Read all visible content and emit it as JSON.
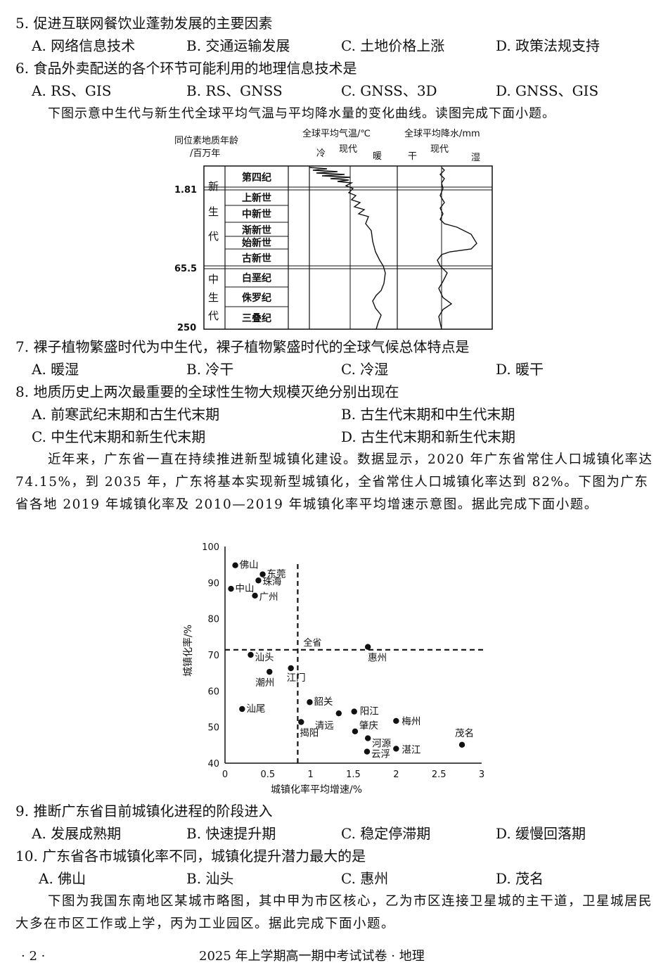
{
  "q5": {
    "stem": "5. 促进互联网餐饮业蓬勃发展的主要因素",
    "options": [
      "A. 网络信息技术",
      "B. 交通运输发展",
      "C. 土地价格上涨",
      "D. 政策法规支持"
    ]
  },
  "q6": {
    "stem": "6. 食品外卖配送的各个环节可能利用的地理信息技术是",
    "options": [
      "A. RS、GIS",
      "B. RS、GNSS",
      "C. GNSS、3D",
      "D. GNSS、GIS"
    ]
  },
  "intro1": "下图示意中生代与新生代全球平均气温与平均降水量的变化曲线。读图完成下面小题。",
  "fig1": {
    "age_header1": "同位素地质年龄",
    "age_header2": "/百万年",
    "temp_header": "全球平均气温/℃",
    "temp_cold": "冷",
    "temp_now": "现代",
    "temp_warm": "暖",
    "prec_header": "全球平均降水/mm",
    "prec_dry": "干",
    "prec_now": "现代",
    "prec_wet": "湿",
    "ages": [
      "1.81",
      "65.5",
      "250"
    ],
    "era_cenozoic": [
      "新",
      "生",
      "代"
    ],
    "era_mesozoic": [
      "中",
      "生",
      "代"
    ],
    "periods": [
      "第四纪",
      "上新世",
      "中新世",
      "渐新世",
      "始新世",
      "古新世",
      "白垩纪",
      "侏罗纪",
      "三叠纪"
    ]
  },
  "q7": {
    "stem": "7. 裸子植物繁盛时代为中生代，裸子植物繁盛时代的全球气候总体特点是",
    "options": [
      "A. 暖湿",
      "B. 冷干",
      "C. 冷湿",
      "D. 暖干"
    ]
  },
  "q8": {
    "stem": "8. 地质历史上两次最重要的全球性生物大规模灭绝分别出现在",
    "options": [
      "A. 前寒武纪末期和古生代末期",
      "B. 古生代末期和中生代末期",
      "C. 中生代末期和新生代末期",
      "D. 古生代末期和新生代末期"
    ]
  },
  "intro2": "近年来，广东省一直在持续推进新型城镇化建设。数据显示，2020 年广东省常住人口城镇化率达 74.15%，到 2035 年，广东将基本实现新型城镇化，全省常住人口城镇化率达到 82%。下图为广东省各地 2019 年城镇化率及 2010—2019 年城镇化率平均增速示意图。据此完成下面小题。",
  "chart_data": {
    "type": "scatter",
    "xlabel": "城镇化率平均增速/%",
    "ylabel": "城镇化率/%",
    "xlim": [
      0,
      3
    ],
    "ylim": [
      40,
      100
    ],
    "xticks": [
      "0",
      "0.5",
      "1",
      "1.5",
      "2",
      "2.5",
      "3"
    ],
    "yticks": [
      "40",
      "50",
      "60",
      "70",
      "80",
      "90",
      "100"
    ],
    "reference_x": 0.85,
    "reference_y": 71.4,
    "reference_label": "全省",
    "points": [
      {
        "name": "佛山",
        "x": 0.12,
        "y": 94.8
      },
      {
        "name": "东莞",
        "x": 0.44,
        "y": 92.3
      },
      {
        "name": "珠海",
        "x": 0.39,
        "y": 90.6
      },
      {
        "name": "中山",
        "x": 0.07,
        "y": 88.3
      },
      {
        "name": "广州",
        "x": 0.35,
        "y": 86.4
      },
      {
        "name": "惠州",
        "x": 1.67,
        "y": 72.2
      },
      {
        "name": "汕头",
        "x": 0.3,
        "y": 70.0
      },
      {
        "name": "潮州",
        "x": 0.52,
        "y": 65.3
      },
      {
        "name": "江门",
        "x": 0.77,
        "y": 66.3
      },
      {
        "name": "汕尾",
        "x": 0.2,
        "y": 55.0
      },
      {
        "name": "韶关",
        "x": 0.99,
        "y": 56.9
      },
      {
        "name": "阳江",
        "x": 1.51,
        "y": 54.3
      },
      {
        "name": "清远",
        "x": 1.33,
        "y": 53.8
      },
      {
        "name": "梅州",
        "x": 2.0,
        "y": 51.7
      },
      {
        "name": "揭阳",
        "x": 0.89,
        "y": 51.4
      },
      {
        "name": "肇庆",
        "x": 1.52,
        "y": 48.8
      },
      {
        "name": "河源",
        "x": 1.67,
        "y": 46.9
      },
      {
        "name": "湛江",
        "x": 2.0,
        "y": 44.0
      },
      {
        "name": "云浮",
        "x": 1.66,
        "y": 43.2
      },
      {
        "name": "茂名",
        "x": 2.77,
        "y": 45.1
      }
    ]
  },
  "q9": {
    "stem": "9. 推断广东省目前城镇化进程的阶段进入",
    "options": [
      "A. 发展成熟期",
      "B. 快速提升期",
      "C. 稳定停滞期",
      "D. 缓慢回落期"
    ]
  },
  "q10": {
    "stem": "10. 广东省各市城镇化率不同，城镇化提升潜力最大的是",
    "options": [
      "A. 佛山",
      "B. 汕头",
      "C. 惠州",
      "D. 茂名"
    ]
  },
  "intro3": "下图为我国东南地区某城市略图，其中甲为市区核心，乙为市区连接卫星城的主干道，卫星城居民大多在市区工作或上学，丙为工业园区。据此完成下面小题。",
  "footer": {
    "page": "· 2 ·",
    "title": "2025 年上学期高一期中考试试卷 · 地理"
  }
}
